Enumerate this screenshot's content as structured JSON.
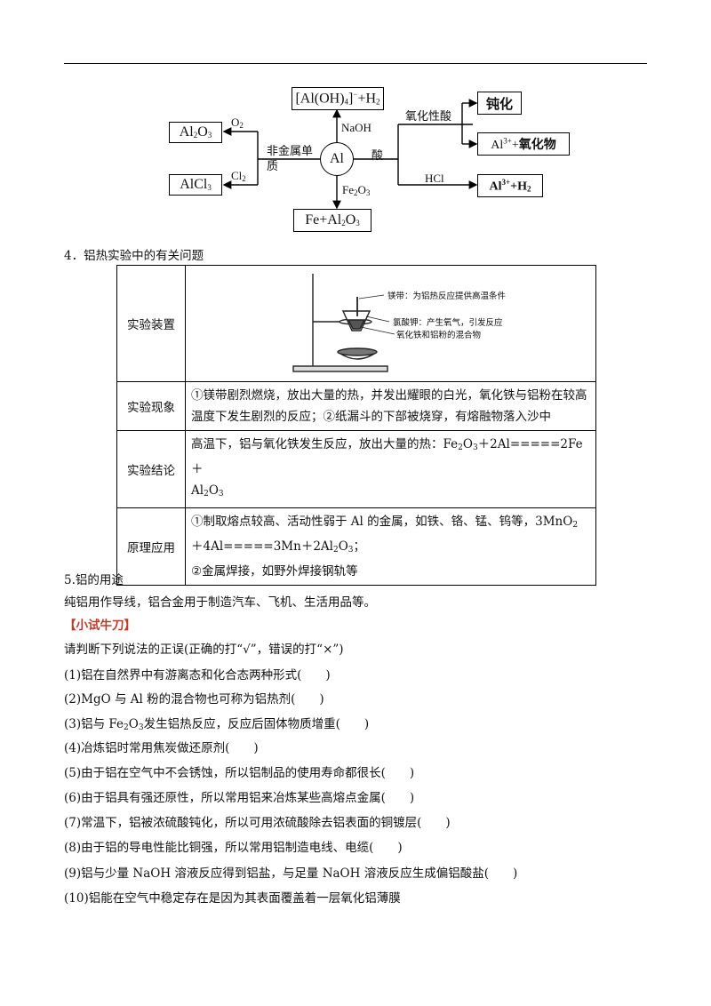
{
  "diagram": {
    "center": "Al",
    "top_box": "[Al(OH)4]⁻+H2",
    "top_reagent": "NaOH",
    "bottom_box": "Fe+Al2O3",
    "bottom_reagent": "Fe2O3",
    "left_label": "非金属单质",
    "left_top_box": "Al2O3",
    "left_top_reagent": "O2",
    "left_bottom_box": "AlCl3",
    "left_bottom_reagent": "Cl2",
    "right_label": "酸",
    "right_top_reagent": "氧化性酸",
    "right_box_1": "钝化",
    "right_box_2": "Al3++氧化物",
    "right_bottom_reagent": "HCl",
    "right_box_3": "Al3++H2"
  },
  "section4_title": "4．铝热实验中的有关问题",
  "table": {
    "rows": [
      {
        "key": "实验装置"
      },
      {
        "key": "实验现象",
        "value": "①镁带剧烈燃烧，放出大量的热，并发出耀眼的白光，氧化铁与铝粉在较高温度下发生剧烈的反应；②纸漏斗的下部被烧穿，有熔融物落入沙中"
      },
      {
        "key": "实验结论",
        "value": "高温下，铝与氧化铁发生反应，放出大量的热：Fe2O3＋2Al=====2Fe＋Al2O3"
      },
      {
        "key": "原理应用",
        "value": "①制取熔点较高、活动性弱于 Al 的金属，如铁、铬、锰、钨等，3MnO2＋4Al=====3Mn＋2Al2O3；②金属焊接，如野外焊接钢轨等"
      }
    ],
    "apparatus_labels": {
      "mg": "镁带：为铝热反应提供高温条件",
      "kclo3": "氯酸钾：产生氧气，引发反应",
      "mixture": "氧化铁和铝粉的混合物"
    }
  },
  "section5_title": "5.铝的用途",
  "section5_text": "纯铝用作导线，铝合金用于制造汽车、飞机、生活用品等。",
  "practice_title": "【小试牛刀】",
  "practice_intro": "请判断下列说法的正误(正确的打“√”，错误的打“×”)",
  "questions": [
    "(1)铝在自然界中有游离态和化合态两种形式(　　)",
    "(2)MgO 与 Al 粉的混合物也可称为铝热剂(　　)",
    "(3)铝与 Fe2O3发生铝热反应，反应后固体物质增重(　　)",
    "(4)冶炼铝时常用焦炭做还原剂(　　)",
    "(5)由于铝在空气中不会锈蚀，所以铝制品的使用寿命都很长(　　)",
    "(6)由于铝具有强还原性，所以常用铝来冶炼某些高熔点金属(　　)",
    "(7)常温下，铝被浓硫酸钝化，所以可用浓硫酸除去铝表面的铜镀层(　　)",
    "(8)由于铝的导电性能比铜强，所以常用铝制造电线、电缆(　　)",
    "(9)铝与少量 NaOH 溶液反应得到铝盐，与足量 NaOH 溶液反应生成偏铝酸盐(　　)",
    "(10)铝能在空气中稳定存在是因为其表面覆盖着一层氧化铝薄膜"
  ]
}
